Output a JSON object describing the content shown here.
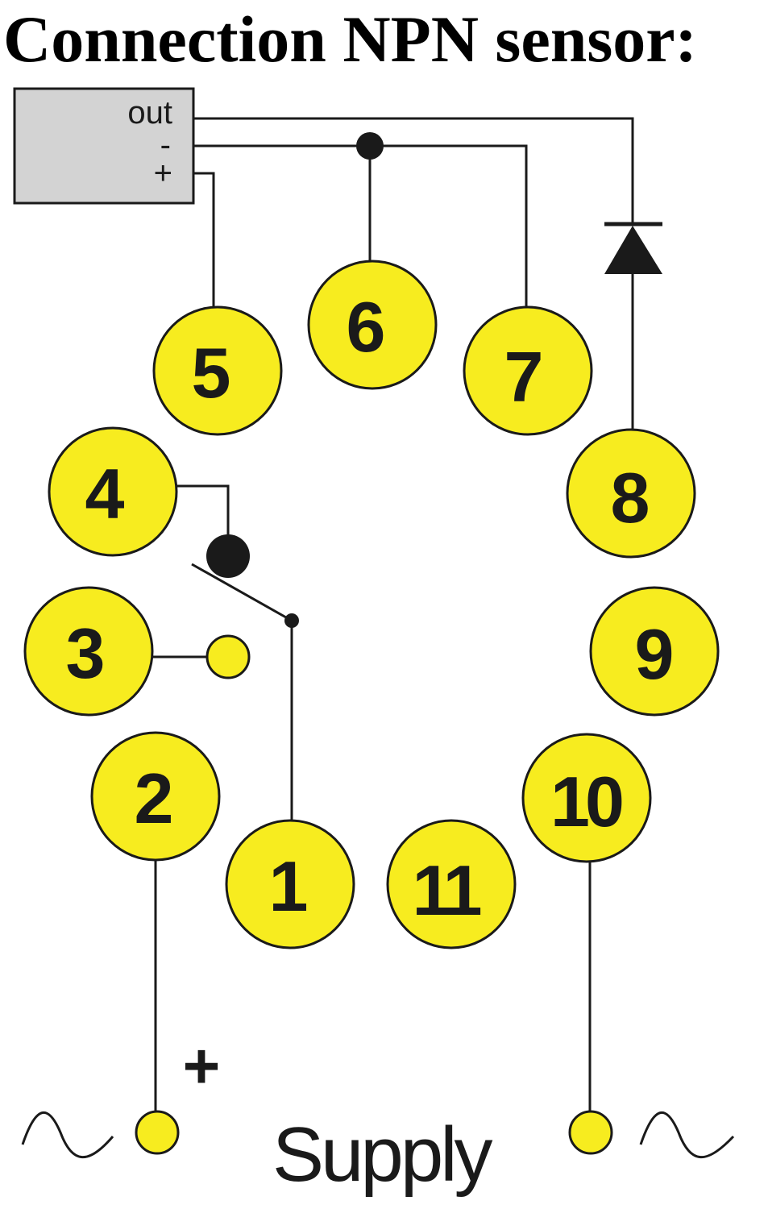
{
  "title": "Connection NPN sensor:",
  "sensor": {
    "out_label": "out",
    "minus_label": "-",
    "plus_label": "+"
  },
  "pins": [
    "1",
    "2",
    "3",
    "4",
    "5",
    "6",
    "7",
    "8",
    "9",
    "10",
    "11"
  ],
  "supply": {
    "label": "Supply",
    "plus_label": "+"
  },
  "colors": {
    "pin_fill": "#f7ec1f",
    "sensor_fill": "#d3d3d3",
    "line": "#1a1a1a"
  }
}
